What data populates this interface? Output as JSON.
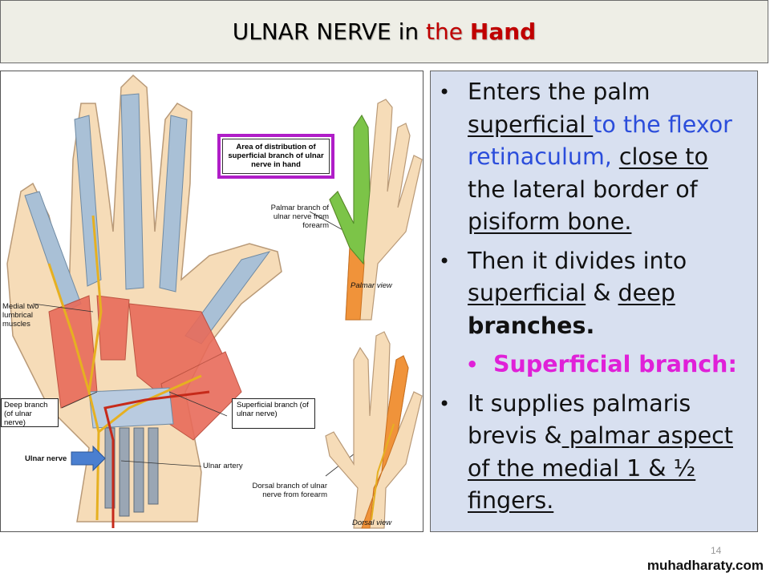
{
  "slide": {
    "title_prefix": "ULNAR NERVE in ",
    "title_the": "the ",
    "title_hand": "Hand",
    "page_number": "14",
    "watermark": "muhadharaty.com"
  },
  "figure": {
    "callout_distribution": "Area of distribution of superficial branch of ulnar nerve in hand",
    "label_palmar_branch": "Palmar branch of ulnar nerve from forearm",
    "label_palmar_view": "Palmar view",
    "label_lumbricals": "Medial two lumbrical muscles",
    "label_deep_branch": "Deep branch (of ulnar nerve)",
    "label_superficial_branch": "Superficial branch (of ulnar nerve)",
    "label_ulnar_nerve": "Ulnar nerve",
    "label_ulnar_artery": "Ulnar artery",
    "label_dorsal_branch": "Dorsal branch of ulnar nerve from forearm",
    "label_dorsal_view": "Dorsal view"
  },
  "bullets": {
    "b1_a": "Enters the palm ",
    "b1_b": "superficial ",
    "b1_c": "to ",
    "b1_d": "the flexor retinaculum,",
    "b1_e": " ",
    "b1_f": "close to",
    "b1_g": " the lateral border of ",
    "b1_h": "pisiform bone.",
    "b2_a": "Then it divides into ",
    "b2_b": "superficial",
    "b2_c": " & ",
    "b2_d": "deep",
    "b2_e": " ",
    "b2_f": "branches.",
    "sub1": "Superficial branch:",
    "b3_a": "It supplies palmaris brevis &",
    "b3_b": " palmar aspect of the  medial 1 & ½ fingers."
  },
  "colors": {
    "title_red": "#c00000",
    "callout_border": "#b01ec8",
    "text_panel_bg": "#d8e0f0",
    "blue_text": "#2b4ddb",
    "magenta_text": "#e020d8"
  }
}
